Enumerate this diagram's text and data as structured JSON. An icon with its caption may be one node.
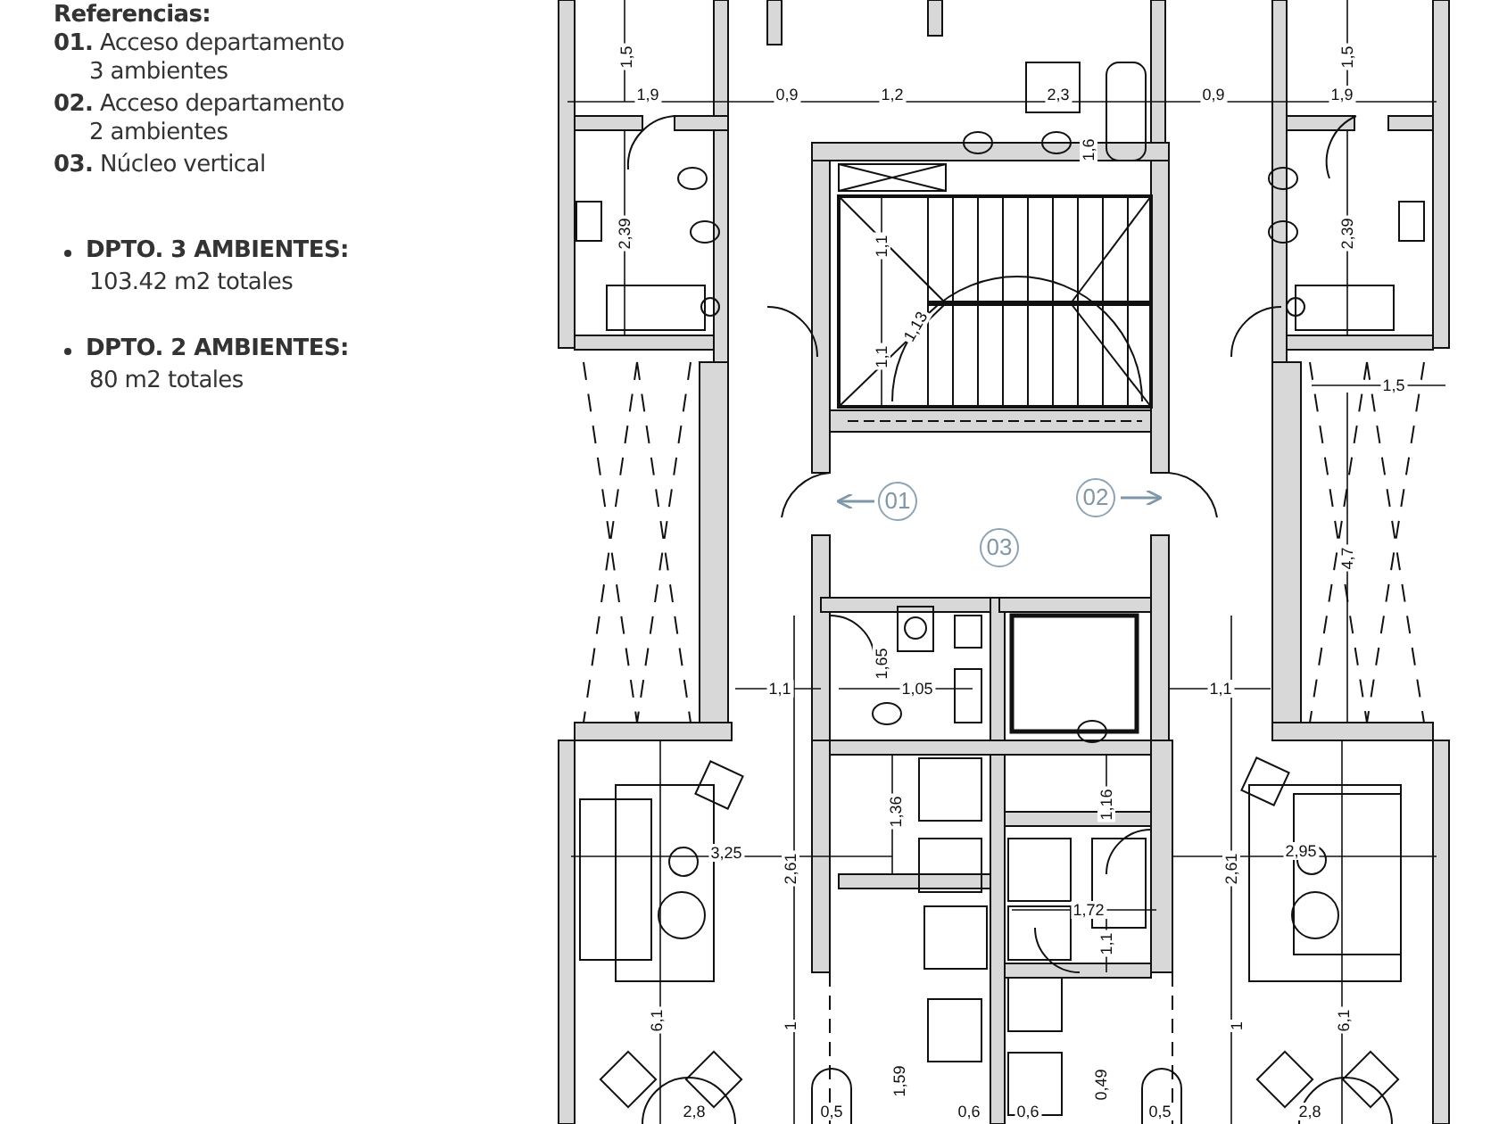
{
  "diagram": {
    "labels": [
      "Referencias:",
      "**01.** Acceso departamento 3 ambientes",
      "**02.** Acceso departamento 2 ambientes",
      "**03.** Núcleo vertical",
      "DPTO. 3 AMBIENTES:",
      "103.42 m2 totales",
      "DPTO. 2 AMBIENTES:",
      "80 m2 totales",
      "1,5",
      "1,5",
      "1,9",
      "0,9",
      "1,2",
      "2,3",
      "0,9",
      "1,9",
      "1,6",
      "2,39",
      "1,1",
      "2,39",
      "1,13",
      "1,1",
      "1,5",
      "01",
      "02",
      "03",
      "4,7",
      "1,65",
      "1,1",
      "1,05",
      "1,1",
      "1,36",
      "1,16",
      "3,25",
      "2,61",
      "2,61",
      "2,95",
      "1,72",
      "1,1",
      "6,1",
      "1",
      "1",
      "6,1",
      "1,59",
      "0,49",
      "2,8",
      "0,5",
      "0,6",
      "0,6",
      "0,5",
      "2,8"
    ]
  }
}
